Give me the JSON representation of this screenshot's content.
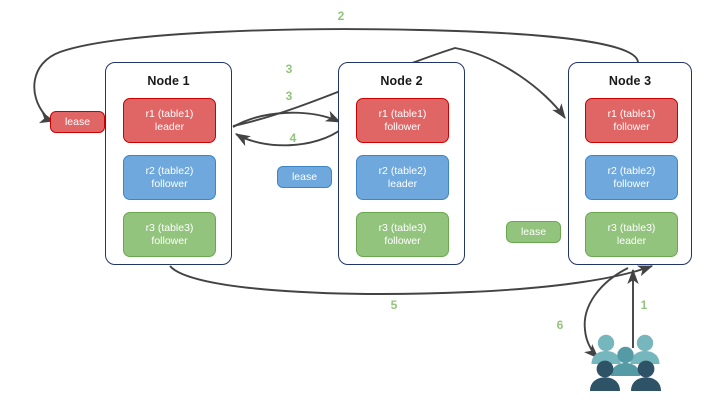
{
  "diagram": {
    "title": "raft-lease-replica-topology",
    "background": "#ffffff",
    "arrow_color": "#434343",
    "node_border_color": "#22356b",
    "step_label_color": "#93c47d",
    "colors": {
      "red_fill": "#e06666",
      "red_border": "#cc0000",
      "blue_fill": "#6fa8dc",
      "blue_border": "#3d85c6",
      "green_fill": "#93c47d",
      "green_border": "#6aa84f",
      "people_light": "#76b6bd",
      "people_mid": "#549ba5",
      "people_dark": "#2e5266"
    }
  },
  "nodes": [
    {
      "id": "node1",
      "title": "Node 1",
      "replicas": [
        {
          "name": "r1 (table1)",
          "role": "leader",
          "color": "red"
        },
        {
          "name": "r2 (table2)",
          "role": "follower",
          "color": "blue"
        },
        {
          "name": "r3 (table3)",
          "role": "follower",
          "color": "green"
        }
      ]
    },
    {
      "id": "node2",
      "title": "Node 2",
      "replicas": [
        {
          "name": "r1 (table1)",
          "role": "follower",
          "color": "red"
        },
        {
          "name": "r2 (table2)",
          "role": "leader",
          "color": "blue"
        },
        {
          "name": "r3 (table3)",
          "role": "follower",
          "color": "green"
        }
      ]
    },
    {
      "id": "node3",
      "title": "Node 3",
      "replicas": [
        {
          "name": "r1 (table1)",
          "role": "follower",
          "color": "red"
        },
        {
          "name": "r2 (table2)",
          "role": "follower",
          "color": "blue"
        },
        {
          "name": "r3 (table3)",
          "role": "leader",
          "color": "green"
        }
      ]
    }
  ],
  "leases": [
    {
      "id": "lease-r1",
      "label": "lease",
      "color": "red"
    },
    {
      "id": "lease-r2",
      "label": "lease",
      "color": "blue"
    },
    {
      "id": "lease-r3",
      "label": "lease",
      "color": "green"
    }
  ],
  "steps": [
    {
      "id": "step-1",
      "label": "1"
    },
    {
      "id": "step-2",
      "label": "2"
    },
    {
      "id": "step-3a",
      "label": "3"
    },
    {
      "id": "step-3b",
      "label": "3"
    },
    {
      "id": "step-4",
      "label": "4"
    },
    {
      "id": "step-5",
      "label": "5"
    },
    {
      "id": "step-6",
      "label": "6"
    }
  ],
  "actor": {
    "id": "clients",
    "icon": "people-group-icon"
  }
}
